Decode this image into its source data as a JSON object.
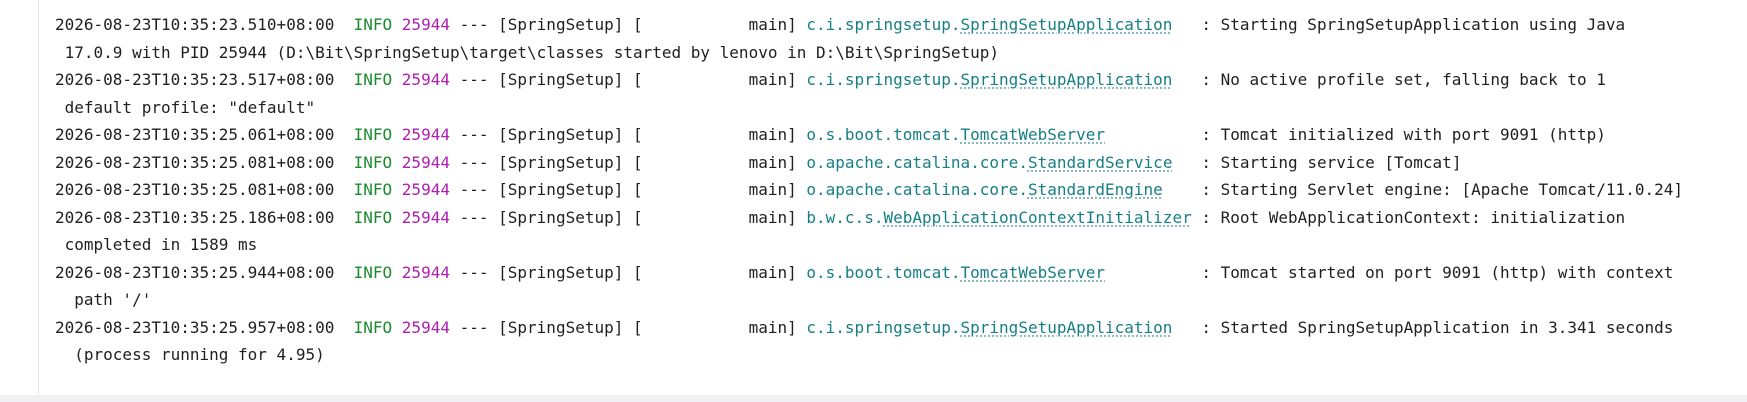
{
  "lines": [
    {
      "timestamp": "2026-08-23T10:35:23.510+08:00",
      "level": "INFO",
      "pid": "25944",
      "separator": " --- ",
      "thread": "[SpringSetup] [           main] ",
      "logger_pkg": "c.i.springsetup.",
      "logger_cls": "SpringSetupApplication",
      "pad": "   ",
      "message": ": Starting SpringSetupApplication using Java",
      "continuation": " 17.0.9 with PID 25944 (D:\\Bit\\SpringSetup\\target\\classes started by lenovo in D:\\Bit\\SpringSetup)"
    },
    {
      "timestamp": "2026-08-23T10:35:23.517+08:00",
      "level": "INFO",
      "pid": "25944",
      "separator": " --- ",
      "thread": "[SpringSetup] [           main] ",
      "logger_pkg": "c.i.springsetup.",
      "logger_cls": "SpringSetupApplication",
      "pad": "   ",
      "message": ": No active profile set, falling back to 1",
      "continuation": " default profile: \"default\""
    },
    {
      "timestamp": "2026-08-23T10:35:25.061+08:00",
      "level": "INFO",
      "pid": "25944",
      "separator": " --- ",
      "thread": "[SpringSetup] [           main] ",
      "logger_pkg": "o.s.boot.tomcat.",
      "logger_cls": "TomcatWebServer",
      "pad": "          ",
      "message": ": Tomcat initialized with port 9091 (http)",
      "continuation": null
    },
    {
      "timestamp": "2026-08-23T10:35:25.081+08:00",
      "level": "INFO",
      "pid": "25944",
      "separator": " --- ",
      "thread": "[SpringSetup] [           main] ",
      "logger_pkg": "o.apache.catalina.core.",
      "logger_cls": "StandardService",
      "pad": "   ",
      "message": ": Starting service [Tomcat]",
      "continuation": null
    },
    {
      "timestamp": "2026-08-23T10:35:25.081+08:00",
      "level": "INFO",
      "pid": "25944",
      "separator": " --- ",
      "thread": "[SpringSetup] [           main] ",
      "logger_pkg": "o.apache.catalina.core.",
      "logger_cls": "StandardEngine",
      "pad": "    ",
      "message": ": Starting Servlet engine: [Apache Tomcat/11.0.24]",
      "continuation": null
    },
    {
      "timestamp": "2026-08-23T10:35:25.186+08:00",
      "level": "INFO",
      "pid": "25944",
      "separator": " --- ",
      "thread": "[SpringSetup] [           main] ",
      "logger_pkg": "b.w.c.s.",
      "logger_cls": "WebApplicationContextInitializer",
      "pad": " ",
      "message": ": Root WebApplicationContext: initialization",
      "continuation": " completed in 1589 ms"
    },
    {
      "timestamp": "2026-08-23T10:35:25.944+08:00",
      "level": "INFO",
      "pid": "25944",
      "separator": " --- ",
      "thread": "[SpringSetup] [           main] ",
      "logger_pkg": "o.s.boot.tomcat.",
      "logger_cls": "TomcatWebServer",
      "pad": "          ",
      "message": ": Tomcat started on port 9091 (http) with context",
      "continuation": "  path '/'"
    },
    {
      "timestamp": "2026-08-23T10:35:25.957+08:00",
      "level": "INFO",
      "pid": "25944",
      "separator": " --- ",
      "thread": "[SpringSetup] [           main] ",
      "logger_pkg": "c.i.springsetup.",
      "logger_cls": "SpringSetupApplication",
      "pad": "   ",
      "message": ": Started SpringSetupApplication in 3.341 seconds",
      "continuation": "  (process running for 4.95)"
    }
  ],
  "colors": {
    "info": "#1a8c2e",
    "pid": "#b01db0",
    "logger": "#167f85"
  }
}
